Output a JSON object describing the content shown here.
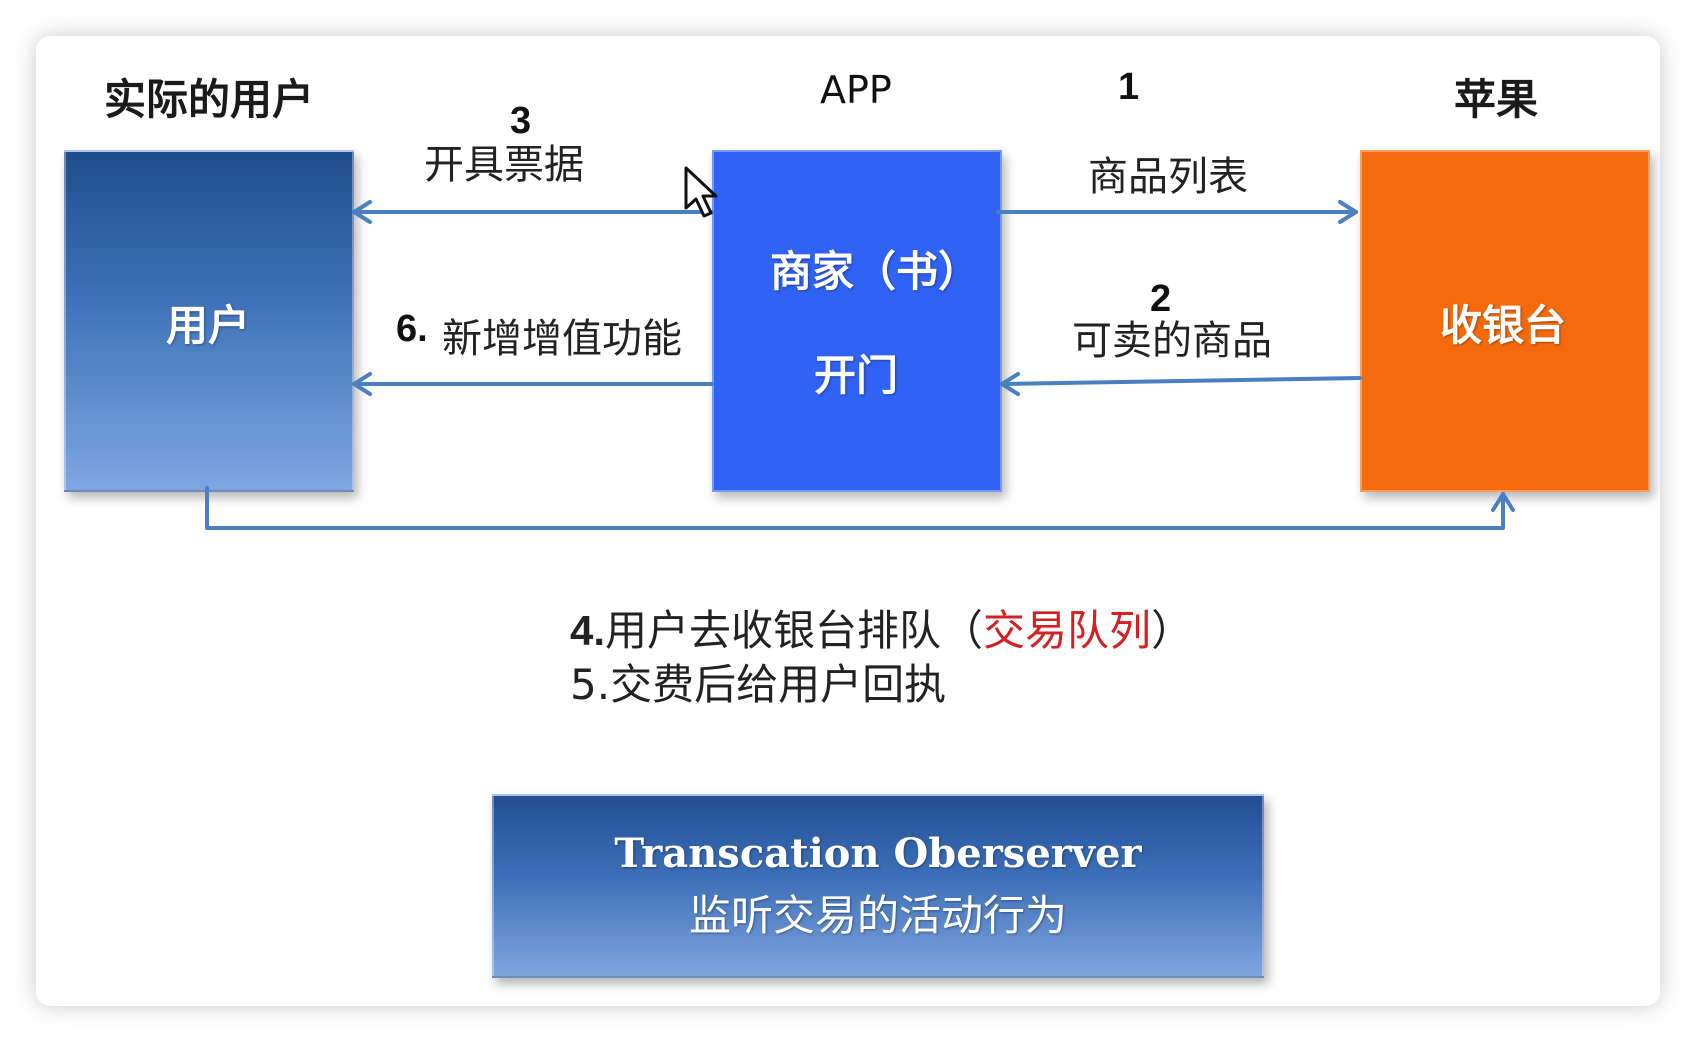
{
  "headings": {
    "user_column": "实际的用户",
    "app_column": "APP",
    "step_1": "1",
    "apple_column": "苹果"
  },
  "boxes": {
    "user": "用户",
    "merchant_line1": "商家（书）",
    "merchant_line2": "开门",
    "cashier": "收银台"
  },
  "edges": {
    "step_3_number": "3",
    "step_3_label": "开具票据",
    "step_1_label": "商品列表",
    "step_6_number": "6.",
    "step_6_label": "新增增值功能",
    "step_2_number": "2",
    "step_2_label": "可卖的商品"
  },
  "notes": {
    "line1_number": "4.",
    "line1_text": "用户去收银台排队（",
    "line1_highlight": "交易队列",
    "line1_end": "）",
    "line2_number": "5.",
    "line2_text": "交费后给用户回执"
  },
  "observer": {
    "title": "Transcation Oberserver",
    "subtitle": "监听交易的活动行为"
  },
  "colors": {
    "arrow": "#4a7fc1",
    "merchant_box": "#2f62f5",
    "cashier_box": "#f56a0c",
    "user_box_top": "#1f4d8e",
    "user_box_bottom": "#7ea7e2",
    "highlight_text": "#d32020"
  },
  "icons": {
    "cursor": "mouse-pointer-icon"
  }
}
